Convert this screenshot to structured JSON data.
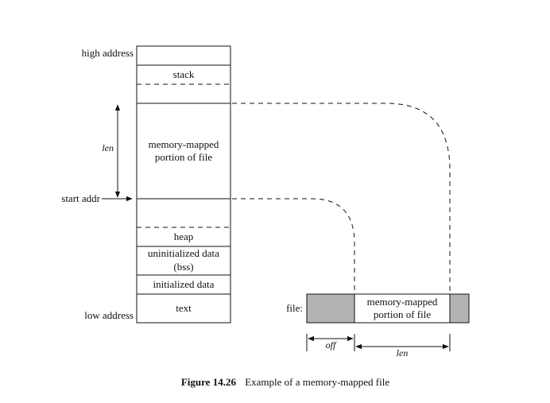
{
  "memory_layout": {
    "high_address": "high address",
    "low_address": "low address",
    "start_addr": "start addr",
    "len": "len",
    "segments": {
      "stack": "stack",
      "mapped_line1": "memory-mapped",
      "mapped_line2": "portion of file",
      "heap": "heap",
      "bss_line1": "uninitialized data",
      "bss_line2": "(bss)",
      "data": "initialized data",
      "text": "text"
    }
  },
  "file": {
    "label": "file:",
    "mapped_line1": "memory-mapped",
    "mapped_line2": "portion of file",
    "off": "off",
    "len": "len",
    "fill_color": "#b3b3b3"
  },
  "caption": {
    "number": "Figure 14.26",
    "text": "Example of a memory-mapped file"
  }
}
